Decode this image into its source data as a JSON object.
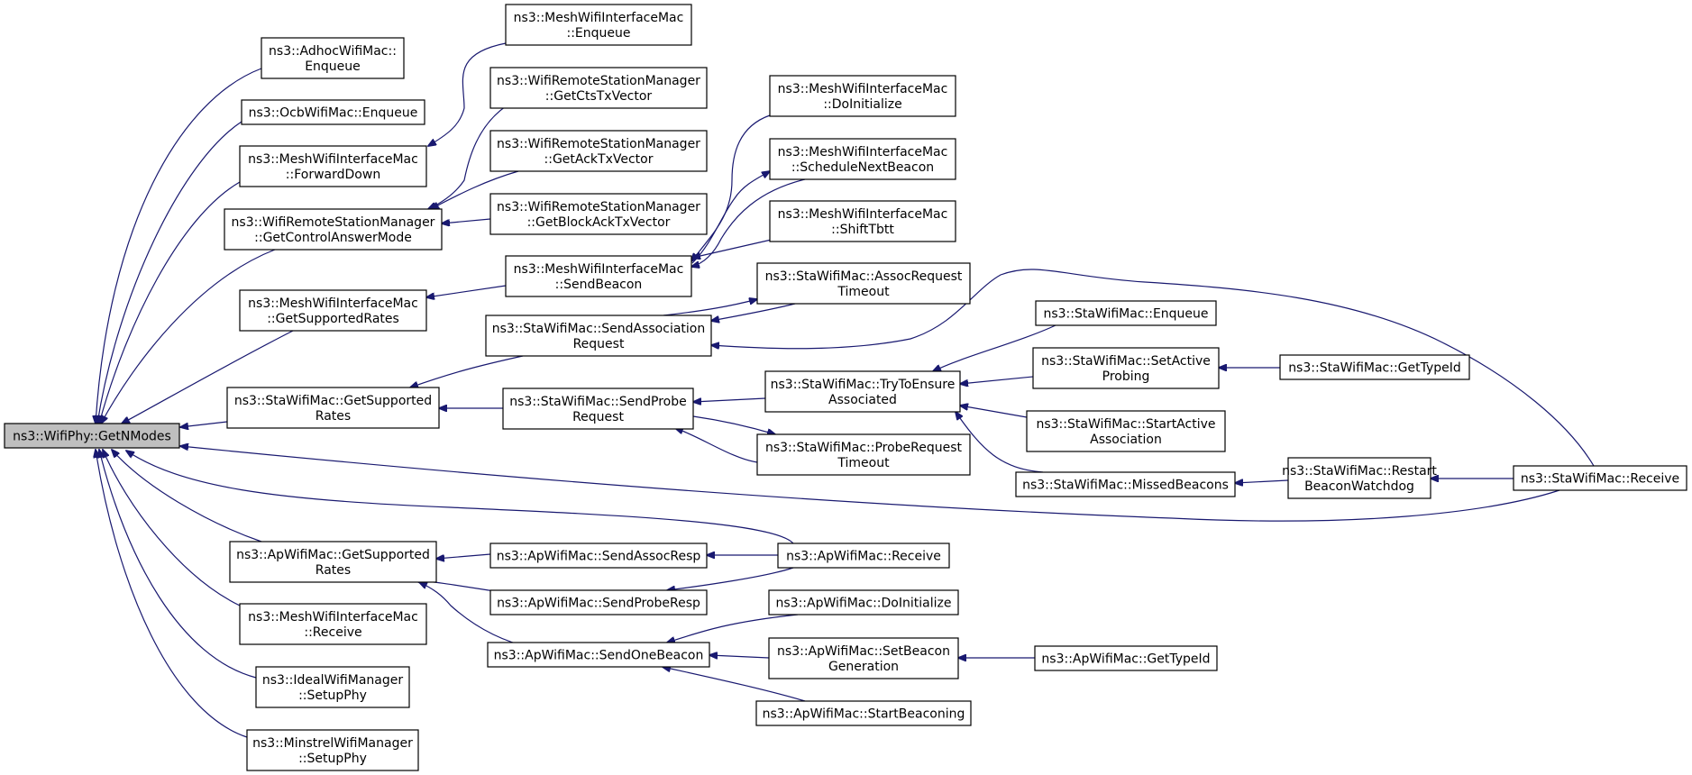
{
  "diagram": {
    "type": "call-graph",
    "edge_color": "#191970",
    "root_fill": "#bfbfbf",
    "nodes": [
      {
        "id": "n0",
        "lines": [
          "ns3::WifiPhy::GetNModes"
        ],
        "root": true
      },
      {
        "id": "n1",
        "lines": [
          "ns3::AdhocWifiMac::",
          "Enqueue"
        ]
      },
      {
        "id": "n2",
        "lines": [
          "ns3::OcbWifiMac::Enqueue"
        ]
      },
      {
        "id": "n3",
        "lines": [
          "ns3::MeshWifiInterfaceMac",
          "::ForwardDown"
        ]
      },
      {
        "id": "n4",
        "lines": [
          "ns3::WifiRemoteStationManager",
          "::GetControlAnswerMode"
        ]
      },
      {
        "id": "n5",
        "lines": [
          "ns3::MeshWifiInterfaceMac",
          "::GetSupportedRates"
        ]
      },
      {
        "id": "n6",
        "lines": [
          "ns3::StaWifiMac::GetSupported",
          "Rates"
        ]
      },
      {
        "id": "n7",
        "lines": [
          "ns3::ApWifiMac::GetSupported",
          "Rates"
        ]
      },
      {
        "id": "n8",
        "lines": [
          "ns3::MeshWifiInterfaceMac",
          "::Receive"
        ]
      },
      {
        "id": "n9",
        "lines": [
          "ns3::IdealWifiManager",
          "::SetupPhy"
        ]
      },
      {
        "id": "n10",
        "lines": [
          "ns3::MinstrelWifiManager",
          "::SetupPhy"
        ]
      },
      {
        "id": "n11",
        "lines": [
          "ns3::MeshWifiInterfaceMac",
          "::Enqueue"
        ]
      },
      {
        "id": "n12",
        "lines": [
          "ns3::WifiRemoteStationManager",
          "::GetCtsTxVector"
        ]
      },
      {
        "id": "n13",
        "lines": [
          "ns3::WifiRemoteStationManager",
          "::GetAckTxVector"
        ]
      },
      {
        "id": "n14",
        "lines": [
          "ns3::WifiRemoteStationManager",
          "::GetBlockAckTxVector"
        ]
      },
      {
        "id": "n15",
        "lines": [
          "ns3::MeshWifiInterfaceMac",
          "::SendBeacon"
        ]
      },
      {
        "id": "n16",
        "lines": [
          "ns3::StaWifiMac::SendAssociation",
          "Request"
        ]
      },
      {
        "id": "n17",
        "lines": [
          "ns3::StaWifiMac::SendProbe",
          "Request"
        ]
      },
      {
        "id": "n18",
        "lines": [
          "ns3::ApWifiMac::SendAssocResp"
        ]
      },
      {
        "id": "n19",
        "lines": [
          "ns3::ApWifiMac::SendProbeResp"
        ]
      },
      {
        "id": "n20",
        "lines": [
          "ns3::ApWifiMac::SendOneBeacon"
        ]
      },
      {
        "id": "n21",
        "lines": [
          "ns3::MeshWifiInterfaceMac",
          "::DoInitialize"
        ]
      },
      {
        "id": "n22",
        "lines": [
          "ns3::MeshWifiInterfaceMac",
          "::ScheduleNextBeacon"
        ]
      },
      {
        "id": "n23",
        "lines": [
          "ns3::MeshWifiInterfaceMac",
          "::ShiftTbtt"
        ]
      },
      {
        "id": "n24",
        "lines": [
          "ns3::StaWifiMac::AssocRequest",
          "Timeout"
        ]
      },
      {
        "id": "n25",
        "lines": [
          "ns3::StaWifiMac::TryToEnsure",
          "Associated"
        ]
      },
      {
        "id": "n26",
        "lines": [
          "ns3::StaWifiMac::ProbeRequest",
          "Timeout"
        ]
      },
      {
        "id": "n27",
        "lines": [
          "ns3::ApWifiMac::Receive"
        ]
      },
      {
        "id": "n28",
        "lines": [
          "ns3::ApWifiMac::DoInitialize"
        ]
      },
      {
        "id": "n29",
        "lines": [
          "ns3::ApWifiMac::SetBeacon",
          "Generation"
        ]
      },
      {
        "id": "n30",
        "lines": [
          "ns3::ApWifiMac::StartBeaconing"
        ]
      },
      {
        "id": "n31",
        "lines": [
          "ns3::StaWifiMac::Enqueue"
        ]
      },
      {
        "id": "n32",
        "lines": [
          "ns3::StaWifiMac::SetActive",
          "Probing"
        ]
      },
      {
        "id": "n33",
        "lines": [
          "ns3::StaWifiMac::StartActive",
          "Association"
        ]
      },
      {
        "id": "n34",
        "lines": [
          "ns3::StaWifiMac::MissedBeacons"
        ]
      },
      {
        "id": "n35",
        "lines": [
          "ns3::StaWifiMac::GetTypeId"
        ]
      },
      {
        "id": "n36",
        "lines": [
          "ns3::StaWifiMac::Restart",
          "BeaconWatchdog"
        ]
      },
      {
        "id": "n37",
        "lines": [
          "ns3::StaWifiMac::Receive"
        ]
      },
      {
        "id": "n38",
        "lines": [
          "ns3::ApWifiMac::GetTypeId"
        ]
      }
    ],
    "edges": [
      {
        "from": "n1",
        "to": "n0"
      },
      {
        "from": "n2",
        "to": "n0"
      },
      {
        "from": "n3",
        "to": "n0"
      },
      {
        "from": "n4",
        "to": "n0"
      },
      {
        "from": "n5",
        "to": "n0"
      },
      {
        "from": "n6",
        "to": "n0"
      },
      {
        "from": "n37",
        "to": "n0"
      },
      {
        "from": "n27",
        "to": "n0"
      },
      {
        "from": "n7",
        "to": "n0"
      },
      {
        "from": "n8",
        "to": "n0"
      },
      {
        "from": "n9",
        "to": "n0"
      },
      {
        "from": "n10",
        "to": "n0"
      },
      {
        "from": "n11",
        "to": "n3"
      },
      {
        "from": "n12",
        "to": "n4"
      },
      {
        "from": "n13",
        "to": "n4"
      },
      {
        "from": "n14",
        "to": "n4"
      },
      {
        "from": "n15",
        "to": "n5"
      },
      {
        "from": "n16",
        "to": "n6"
      },
      {
        "from": "n17",
        "to": "n6"
      },
      {
        "from": "n18",
        "to": "n7"
      },
      {
        "from": "n19",
        "to": "n7"
      },
      {
        "from": "n20",
        "to": "n7"
      },
      {
        "from": "n21",
        "to": "n15"
      },
      {
        "from": "n22",
        "to": "n15"
      },
      {
        "from": "n23",
        "to": "n15"
      },
      {
        "from": "n15",
        "to": "n22"
      },
      {
        "from": "n24",
        "to": "n16"
      },
      {
        "from": "n16",
        "to": "n24"
      },
      {
        "from": "n37",
        "to": "n16"
      },
      {
        "from": "n25",
        "to": "n17"
      },
      {
        "from": "n26",
        "to": "n17"
      },
      {
        "from": "n17",
        "to": "n26"
      },
      {
        "from": "n27",
        "to": "n18"
      },
      {
        "from": "n27",
        "to": "n19"
      },
      {
        "from": "n28",
        "to": "n20"
      },
      {
        "from": "n29",
        "to": "n20"
      },
      {
        "from": "n30",
        "to": "n20"
      },
      {
        "from": "n31",
        "to": "n25"
      },
      {
        "from": "n32",
        "to": "n25"
      },
      {
        "from": "n33",
        "to": "n25"
      },
      {
        "from": "n34",
        "to": "n25"
      },
      {
        "from": "n35",
        "to": "n32"
      },
      {
        "from": "n36",
        "to": "n34"
      },
      {
        "from": "n37",
        "to": "n36"
      },
      {
        "from": "n38",
        "to": "n29"
      }
    ]
  }
}
